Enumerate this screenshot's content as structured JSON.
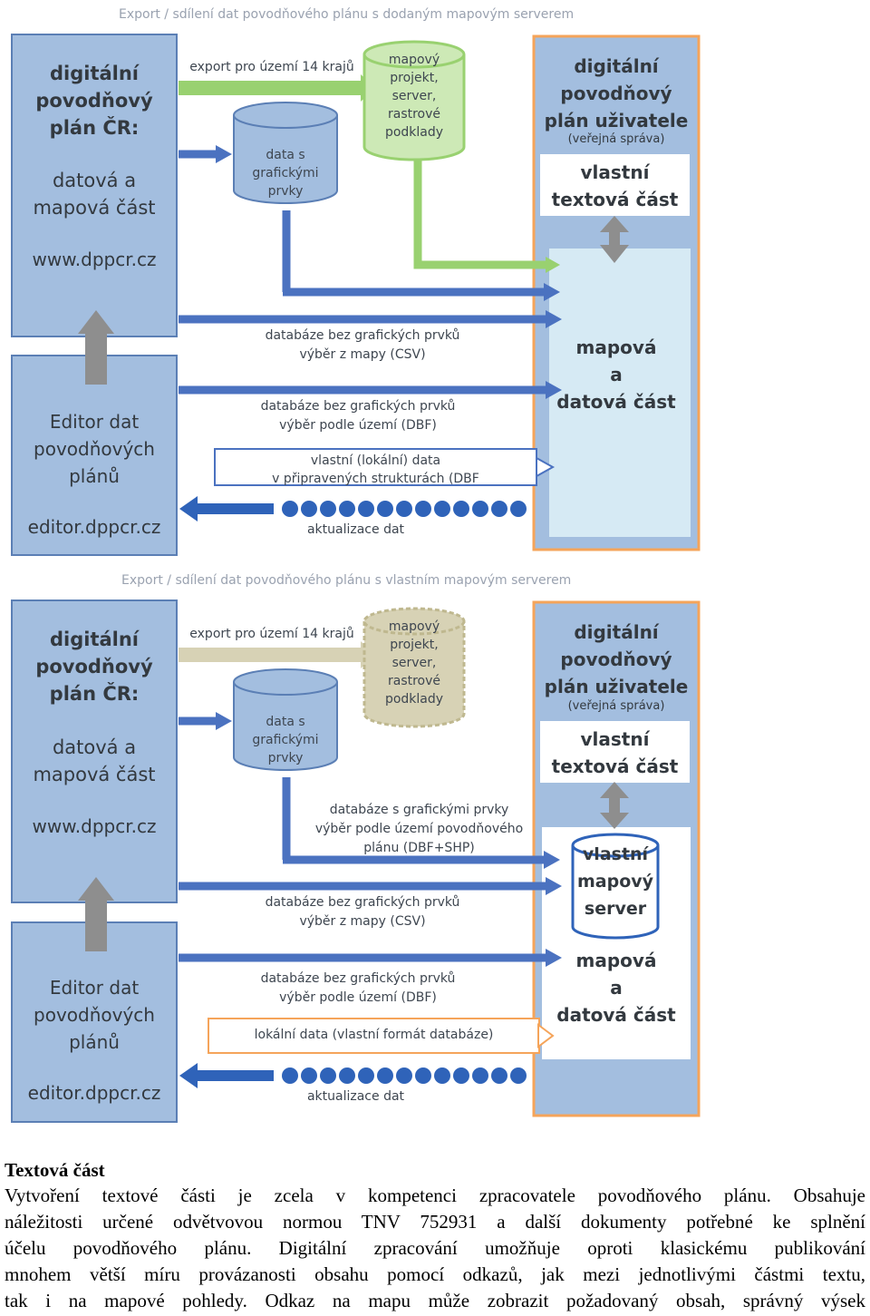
{
  "diagram_top": {
    "caption": "Export / sdílení dat povodňového plánu s dodaným mapovým serverem",
    "cr_box": {
      "title": [
        "digitální",
        "povodňový",
        "plán ČR:"
      ],
      "sub": [
        "datová a",
        "mapová část"
      ],
      "url": "www.dppcr.cz"
    },
    "editor_box": {
      "title": [
        "Editor dat",
        "povodňových",
        "plánů"
      ],
      "url": "editor.dppcr.cz"
    },
    "user_box": {
      "title": [
        "digitální",
        "povodňový",
        "plán uživatele"
      ],
      "note": "(veřejná správa)",
      "text_part": [
        "vlastní",
        "textová část"
      ],
      "map_part": [
        "mapová",
        "a",
        "datová část"
      ]
    },
    "cyl_data": [
      "data s",
      "grafickými",
      "prvky"
    ],
    "cyl_map": [
      "mapový",
      "projekt,",
      "server,",
      "rastrové",
      "podklady"
    ],
    "export_label": "export pro území 14 krajů",
    "csv_label": [
      "databáze bez grafických prvků",
      "výběr z mapy (CSV)"
    ],
    "dbf_label": [
      "databáze bez grafických prvků",
      "výběr podle území (DBF)"
    ],
    "local_label": [
      "vlastní (lokální) data",
      "v připravených strukturách (DBF"
    ],
    "update_label": "aktualizace dat"
  },
  "diagram_bottom": {
    "caption": "Export / sdílení dat povodňového plánu s vlastním mapovým serverem",
    "cr_box": {
      "title": [
        "digitální",
        "povodňový",
        "plán ČR:"
      ],
      "sub": [
        "datová a",
        "mapová část"
      ],
      "url": "www.dppcr.cz"
    },
    "editor_box": {
      "title": [
        "Editor dat",
        "povodňových",
        "plánů"
      ],
      "url": "editor.dppcr.cz"
    },
    "user_box": {
      "title": [
        "digitální",
        "povodňový",
        "plán uživatele"
      ],
      "note": "(veřejná správa)",
      "text_part": [
        "vlastní",
        "textová část"
      ],
      "own_server": [
        "vlastní",
        "mapový",
        "server"
      ],
      "map_part": [
        "mapová",
        "a",
        "datová část"
      ]
    },
    "cyl_data": [
      "data s",
      "grafickými",
      "prvky"
    ],
    "cyl_map": [
      "mapový",
      "projekt,",
      "server,",
      "rastrové",
      "podklady"
    ],
    "export_label": "export pro území 14 krajů",
    "shp_label": [
      "databáze s grafickými prvky",
      "výběr podle území povodňového",
      "plánu  (DBF+SHP)"
    ],
    "csv_label": [
      "databáze bez grafických prvků",
      "výběr z mapy (CSV)"
    ],
    "dbf_label": [
      "databáze bez grafických prvků",
      "výběr podle území (DBF)"
    ],
    "local_label": "lokální data (vlastní formát databáze)",
    "update_label": "aktualizace dat"
  },
  "text_section": {
    "heading": "Textová část",
    "lines": [
      "Vytvoření textové části je zcela v kompetenci zpracovatele povodňového plánu. Obsahuje",
      "náležitosti určené odvětvovou normou TNV 752931 a další dokumenty potřebné ke splnění",
      "účelu povodňového plánu. Digitální zpracování umožňuje oproti klasickému publikování",
      "mnohem větší míru provázanosti obsahu pomocí odkazů, jak mezi jednotlivými částmi textu,",
      "tak i na mapové pohledy. Odkaz na mapu může zobrazit požadovaný obsah, správný výsek"
    ]
  },
  "colors": {
    "box_blue": "#a3bedf",
    "box_border": "#5b7fb5",
    "arrow_blue": "#4b72c0",
    "arrow_green": "#99d170",
    "cyl_green": "#cde9b6",
    "orange": "#f5a45a",
    "user_panel": "#d6eaf4",
    "grey_arrow": "#8e8e8e",
    "beige": "#d7d2b5",
    "dot_blue": "#2f63b9"
  }
}
